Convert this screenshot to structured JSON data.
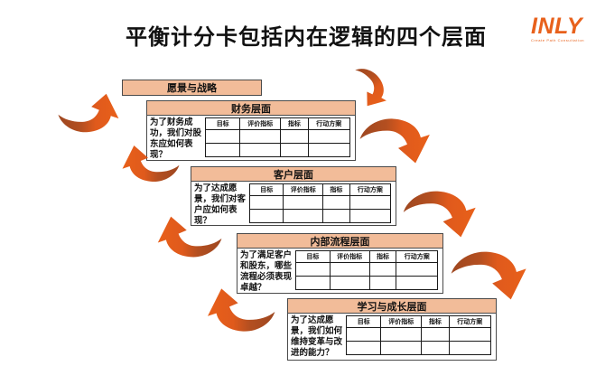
{
  "slide": {
    "title": "平衡计分卡包括内在逻辑的四个层面",
    "logo": {
      "text": "INLY",
      "tagline": "Create Path Consultation"
    },
    "vision_label": "愿景与战略",
    "table_columns": [
      "目标",
      "评价指标",
      "指标",
      "行动方案"
    ],
    "sections": [
      {
        "header": "财务层面",
        "question": "为了财务成功，我们对股东应如何表现？"
      },
      {
        "header": "客户层面",
        "question": "为了达成愿景，我们对客户应如何表现？"
      },
      {
        "header": "内部流程层面",
        "question": "为了满足客户和股东，哪些流程必须表现卓越？"
      },
      {
        "header": "学习与成长层面",
        "question": "为了达成愿景，我们如何维持变革与改进的能力？"
      }
    ],
    "colors": {
      "header_fill": "#F2BC99",
      "box_border": "#4a4a4a",
      "arrow_dark": "#A34A20",
      "arrow_bright": "#E25A1A",
      "logo_orange": "#E8611C",
      "title_text": "#111111"
    }
  }
}
